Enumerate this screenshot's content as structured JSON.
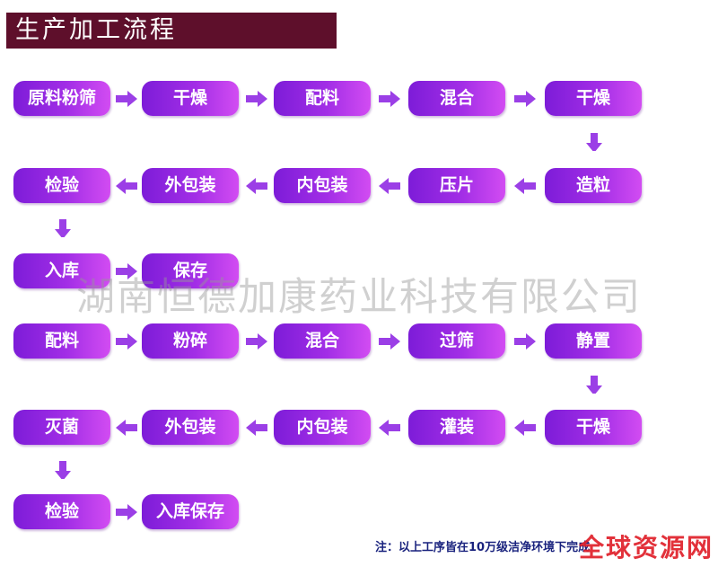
{
  "title": "生产加工流程",
  "flows": [
    {
      "steps": [
        "原料粉筛",
        "干燥",
        "配料",
        "混合",
        "干燥",
        "造粒",
        "压片",
        "内包装",
        "外包装",
        "检验",
        "入库",
        "保存"
      ]
    },
    {
      "steps": [
        "配料",
        "粉碎",
        "混合",
        "过筛",
        "静置",
        "干燥",
        "灌装",
        "内包装",
        "外包装",
        "灭菌",
        "检验",
        "入库保存"
      ]
    }
  ],
  "watermark": "湖南恒德加康药业科技有限公司",
  "note": "注：以上工序皆在10万级洁净环境下完成",
  "logo": "全球资源网",
  "colors": {
    "title_bg": "#5e0f2b",
    "step_start": "#7d1cd8",
    "step_end": "#d24cf2",
    "arrow": "#9b3fe6"
  }
}
